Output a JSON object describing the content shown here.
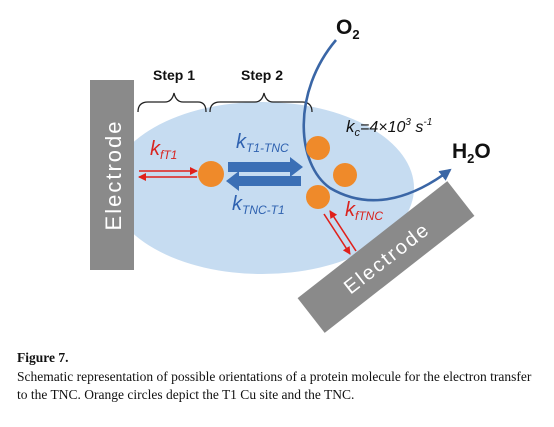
{
  "colors": {
    "protein": "#c6dcf1",
    "electrode": "#8a8a8a",
    "electrode_text": "#ffffff",
    "site": "#ef8a2a",
    "red_arrow": "#e0201b",
    "blue_arrow": "#3b6fb5",
    "o2_curve": "#3a66a6",
    "blue_text": "#2f62b0",
    "red_text": "#d9241f"
  },
  "icons": [
    "copper-site-circle",
    "double-arrow",
    "brace"
  ],
  "diagram": {
    "electrode_left": "Electrode",
    "electrode_right": "Electrode",
    "step1": "Step 1",
    "step2": "Step 2",
    "k_ft1": {
      "base": "k",
      "sub": "fT1"
    },
    "k_t1_tnc": {
      "base": "k",
      "sub": "T1-TNC"
    },
    "k_tnc_t1": {
      "base": "k",
      "sub": "TNC-T1"
    },
    "k_ftnc": {
      "base": "k",
      "sub": "fTNC"
    },
    "kc": {
      "base": "k",
      "sub": "c",
      "rest": "=4×10",
      "exp": "3",
      "unit": " s",
      "unit_exp": "-1"
    },
    "o2": {
      "base": "O",
      "sub": "2"
    },
    "h2o": {
      "base": "H",
      "sub": "2",
      "rest": "O"
    }
  },
  "caption": {
    "label": "Figure 7.",
    "text": "Schematic representation of possible orientations of a protein molecule for the electron transfer to the TNC. Orange circles depict the T1 Cu site and the TNC."
  }
}
